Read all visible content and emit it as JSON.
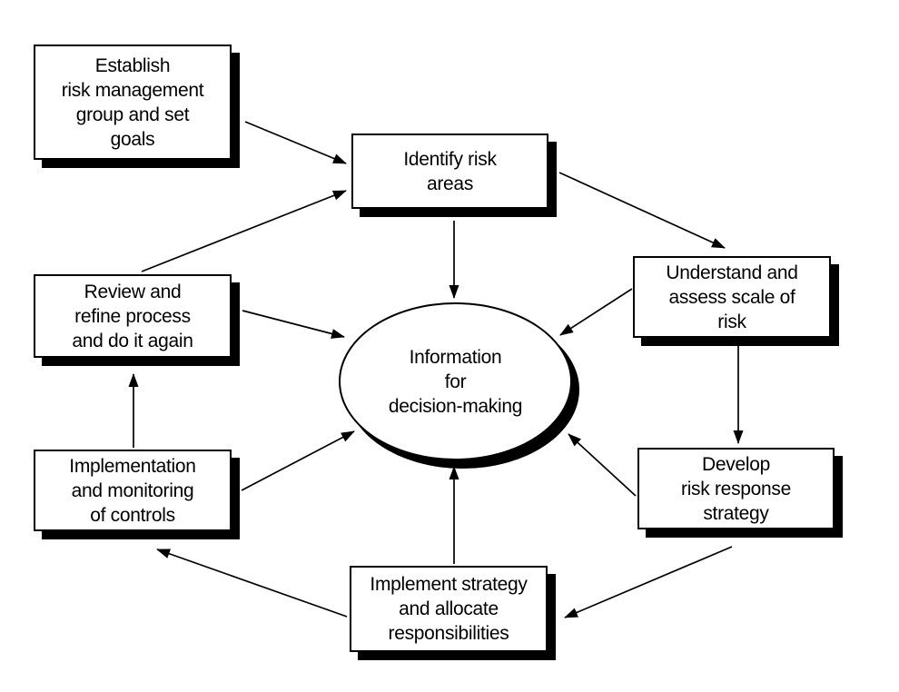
{
  "colors": {
    "ink": "#000000",
    "paper": "#ffffff"
  },
  "nodes": {
    "establish": {
      "label": "Establish\nrisk management\ngroup and set\ngoals"
    },
    "identify": {
      "label": "Identify risk\nareas"
    },
    "understand": {
      "label": "Understand and\nassess scale of\nrisk"
    },
    "develop": {
      "label": "Develop\nrisk response\nstrategy"
    },
    "implement": {
      "label": "Implement strategy\nand allocate\nresponsibilities"
    },
    "monitor": {
      "label": "Implementation\nand monitoring\nof controls"
    },
    "review": {
      "label": "Review and\nrefine process\nand do it again"
    }
  },
  "center": {
    "label": "Information\nfor\ndecision-making"
  },
  "connections": [
    {
      "from": "establish",
      "to": "identify"
    },
    {
      "from": "review",
      "to": "identify"
    },
    {
      "from": "identify",
      "to": "understand"
    },
    {
      "from": "identify",
      "to": "center"
    },
    {
      "from": "understand",
      "to": "center"
    },
    {
      "from": "understand",
      "to": "develop"
    },
    {
      "from": "develop",
      "to": "center"
    },
    {
      "from": "develop",
      "to": "implement"
    },
    {
      "from": "implement",
      "to": "center"
    },
    {
      "from": "implement",
      "to": "monitor"
    },
    {
      "from": "monitor",
      "to": "center"
    },
    {
      "from": "monitor",
      "to": "review"
    },
    {
      "from": "review",
      "to": "center"
    }
  ]
}
